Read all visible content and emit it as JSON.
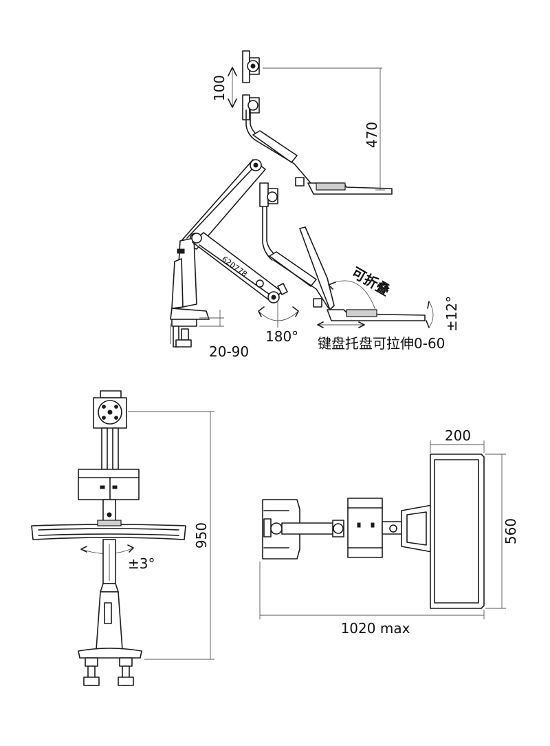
{
  "diagram": {
    "side_view": {
      "height_adjust": "100",
      "lift_range": "470",
      "rotation": "180°",
      "clamp_thickness": "20-90",
      "foldable": "可折叠",
      "tilt": "±12°",
      "tray_extend": "键盘托盘可拉伸0-60",
      "model": "620778"
    },
    "front_view": {
      "total_height": "950",
      "swivel": "±3°"
    },
    "top_view": {
      "tray_depth": "200",
      "tray_width": "560",
      "reach": "1020 max"
    }
  }
}
